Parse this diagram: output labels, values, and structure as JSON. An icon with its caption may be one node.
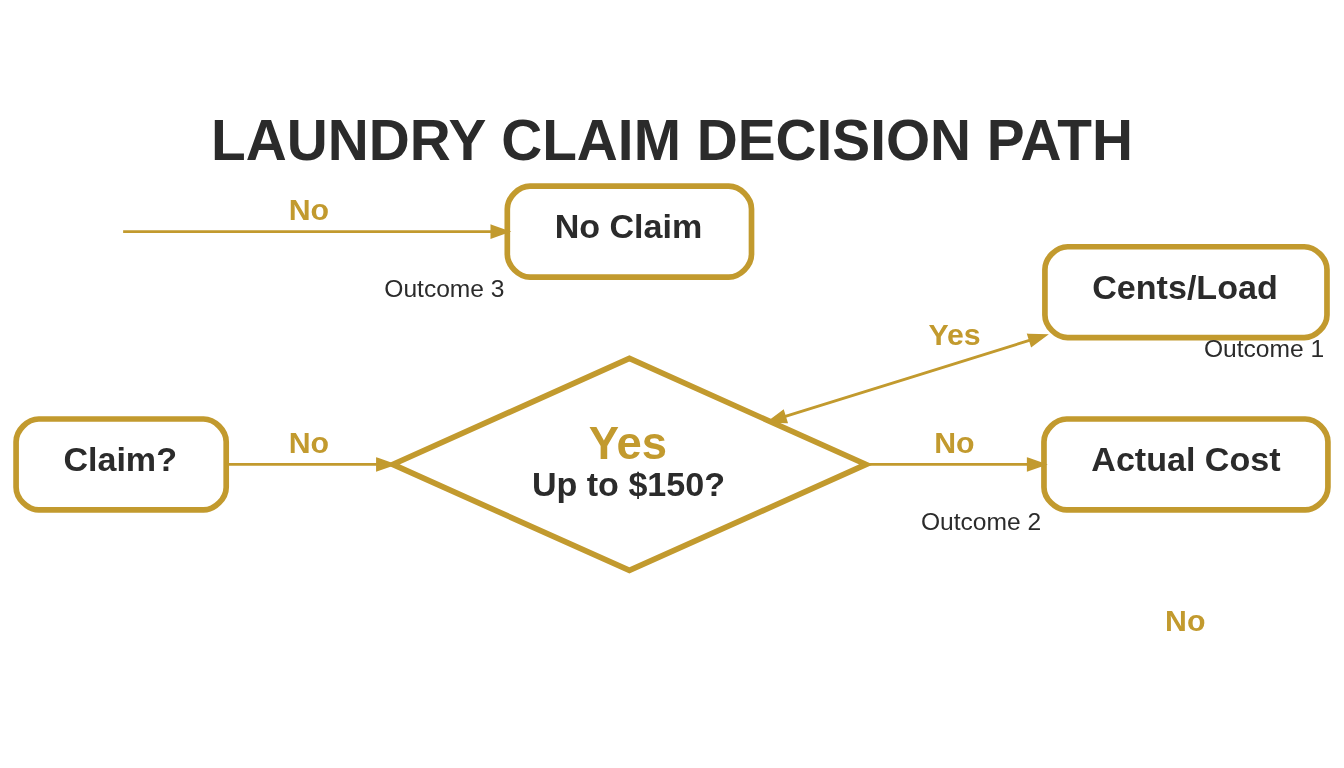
{
  "diagram": {
    "title": "LAUNDRY CLAIM DECISION PATH",
    "nodes": [
      {
        "text": [
          "Claim?"
        ]
      },
      {
        "text": [
          "Yes",
          "Up to $150?"
        ]
      },
      {
        "text": [
          "Cents/Load"
        ],
        "beside": [
          "Outcome 1"
        ]
      },
      {
        "text": [
          "Actual Cost"
        ],
        "beside": [
          "Outcome 2"
        ]
      },
      {
        "text": [
          "No Claim"
        ],
        "beside": [
          "Outcome 3"
        ]
      }
    ],
    "edges": [
      {
        "from": 0,
        "to": 1,
        "arrow": "to",
        "label": "No"
      },
      {
        "from": 1,
        "to": 2,
        "arrow": "both",
        "label": "Yes"
      },
      {
        "from": 1,
        "to": 3,
        "arrow": "to",
        "label": "No"
      },
      {
        "from": null,
        "to": 4,
        "arrow": "to",
        "label": "No"
      }
    ],
    "labels": [
      "No"
    ]
  }
}
